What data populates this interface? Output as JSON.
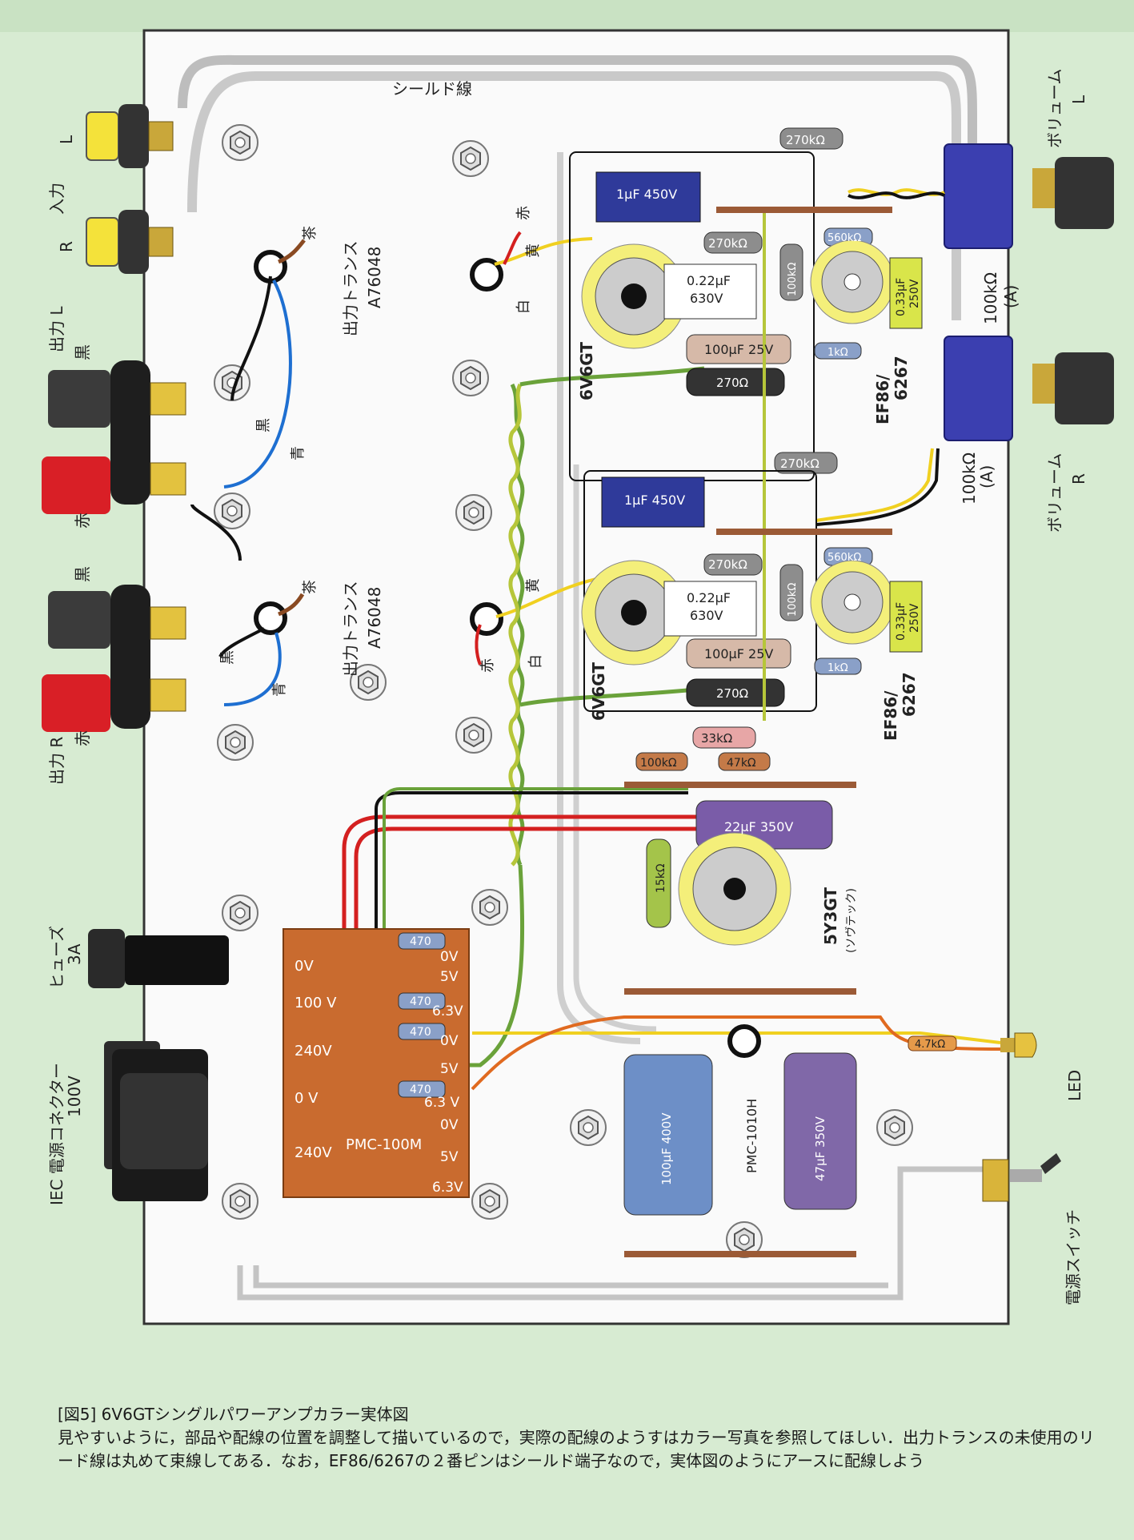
{
  "caption": {
    "figure_title": "[図5] 6V6GTシングルパワーアンプカラー実体図",
    "body": "見やすいように，部品や配線の位置を調整して描いているので，実際の配線のようすはカラー写真を参照してほしい．出力トランスの未使用のリード線は丸めて束線してある．なお，EF86/6267の２番ピンはシールド端子なので，実体図のようにアースに配線しよう"
  },
  "side_labels": {
    "input": "入力",
    "input_l": "L",
    "input_r": "R",
    "output_l": "出力 L",
    "output_r": "出力 R",
    "black": "黒",
    "red": "赤",
    "fuse": "ヒューズ",
    "fuse_rating": "3A",
    "iec": "IEC 電源コネクター",
    "iec_voltage": "100V",
    "volume_l": "ボリューム",
    "volume_l_ch": "L",
    "volume_r": "ボリューム",
    "volume_r_ch": "R",
    "volume_value_l": "100kΩ",
    "volume_value_r": "100kΩ",
    "volume_taper": "(A)",
    "led": "LED",
    "power_switch": "電源スイッチ"
  },
  "chassis": {
    "shield_wire": "シールド線",
    "ot_name_1": "出力トランス",
    "ot_model_1": "A76048",
    "ot_name_2": "出力トランス",
    "ot_model_2": "A76048",
    "wire_brown": "茶",
    "wire_black": "黒",
    "wire_blue": "青",
    "wire_red": "赤",
    "wire_yellow": "黄",
    "wire_white": "白"
  },
  "channel_top": {
    "power_tube": "6V6GT",
    "preamp_tube": "EF86/",
    "preamp_tube_2": "6267",
    "cap_1uF": "1μF  450V",
    "r_270k_top": "270kΩ",
    "r_270k_mid": "270kΩ",
    "r_560k": "560kΩ",
    "r_100k": "100kΩ",
    "cap_022_a": "0.22μF",
    "cap_022_b": "630V",
    "cap_033_a": "0.33μF",
    "cap_033_b": "250V",
    "cap_100uF": "100μF 25V",
    "r_1k": "1kΩ",
    "r_270": "270Ω"
  },
  "channel_bottom": {
    "power_tube": "6V6GT",
    "preamp_tube": "EF86/",
    "preamp_tube_2": "6267",
    "cap_1uF": "1μF  450V",
    "r_270k_top": "270kΩ",
    "r_270k_mid": "270kΩ",
    "r_560k": "560kΩ",
    "r_100k": "100kΩ",
    "cap_022_a": "0.22μF",
    "cap_022_b": "630V",
    "cap_033_a": "0.33μF",
    "cap_033_b": "250V",
    "cap_100uF": "100μF 25V",
    "r_1k": "1kΩ",
    "r_270": "270Ω"
  },
  "power_supply": {
    "r_33k": "33kΩ",
    "r_100k": "100kΩ",
    "r_47k": "47kΩ",
    "cap_22uF": "22μF 350V",
    "r_15k": "15kΩ",
    "rect_tube": "5Y3GT",
    "rect_tube_note": "(ソヴテック)",
    "choke": "PMC-1010H",
    "cap_100uF_400V": "100μF  400V",
    "cap_47uF_350V": "47μF  350V",
    "r_led": "4.7kΩ",
    "transformer": "PMC-100M",
    "pt_primary": [
      "0V",
      "100 V",
      "240V",
      "0 V",
      "240V"
    ],
    "pt_secondary": [
      "0V",
      "5V",
      "6.3V",
      "0V",
      "5V",
      "6.3 V",
      "0V",
      "5V",
      "6.3V"
    ],
    "pt_resistor": "470"
  }
}
